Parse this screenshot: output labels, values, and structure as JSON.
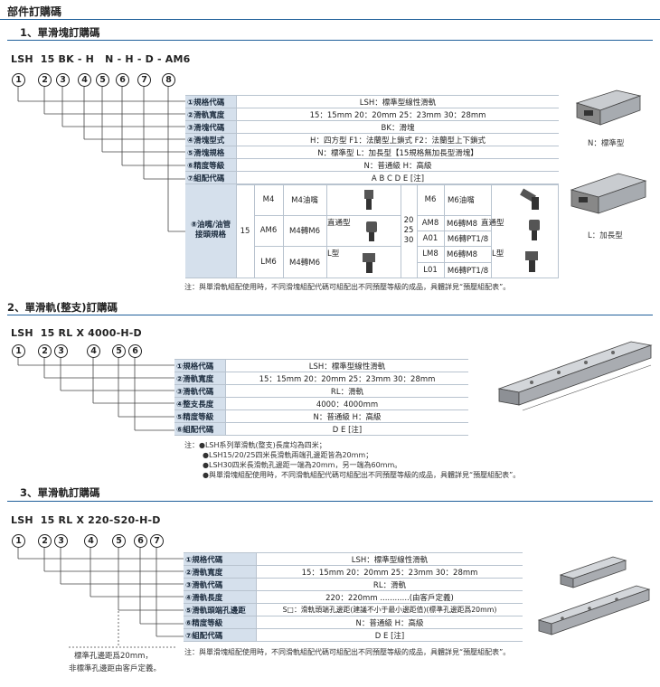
{
  "page_title": "部件訂購碼",
  "sections": {
    "s1": {
      "title": "1、單滑塊訂購碼",
      "code": "LSH  15 BK - H   N - H - D - AM6",
      "markers": [
        "1",
        "2",
        "3",
        "4",
        "5",
        "6",
        "7",
        "8"
      ],
      "rows": [
        {
          "label": "①規格代碼",
          "value": "LSH：標準型線性滑軌"
        },
        {
          "label": "②滑軌寬度",
          "value": "15：15mm   20：20mm   25：23mm   30：28mm"
        },
        {
          "label": "③滑塊代碼",
          "value": "BK：滑塊"
        },
        {
          "label": "④滑塊型式",
          "value": "H：四方型        F1：法蘭型上鎖式        F2：法蘭型上下鎖式"
        },
        {
          "label": "⑤滑塊規格",
          "value": "N：標準型     L：加長型【15規格無加長型滑塊】"
        },
        {
          "label": "⑥精度等級",
          "value": "N：普通級     H：高級"
        },
        {
          "label": "⑦組配代碼",
          "value": "A       B       C       D    E [注]"
        }
      ],
      "oil_label": "⑧油嘴/油管\n接頭規格",
      "oil_left": {
        "size": "15",
        "rows": [
          {
            "code": "M4",
            "name": "M4油嘴",
            "type": ""
          },
          {
            "code": "AM6",
            "name": "M4轉M6",
            "type": "直通型"
          },
          {
            "code": "LM6",
            "name": "M4轉M6",
            "type": "L型"
          }
        ]
      },
      "oil_right": {
        "sizes": [
          "20",
          "25",
          "30"
        ],
        "rows": [
          {
            "code": "M6",
            "name": "M6油嘴",
            "type": ""
          },
          {
            "code": "AM8",
            "name": "M6轉M8",
            "type": "直通型"
          },
          {
            "code": "A01",
            "name": "M6轉PT1/8",
            "type": ""
          },
          {
            "code": "LM8",
            "name": "M6轉M8",
            "type": "L型"
          },
          {
            "code": "L01",
            "name": "M6轉PT1/8",
            "type": ""
          }
        ]
      },
      "note": "注：與單滑軌組配使用時，不同滑塊組配代碼可組配出不同預壓等級的成品，具體詳見“預壓組配表”。",
      "caption_n": "N：標準型",
      "caption_l": "L：加長型"
    },
    "s2": {
      "title": "2、單滑軌(整支)訂購碼",
      "code": "LSH  15 RL X 4000-H-D",
      "markers": [
        "1",
        "2",
        "3",
        "4",
        "5",
        "6"
      ],
      "rows": [
        {
          "label": "①規格代碼",
          "value": "LSH：標準型線性滑軌"
        },
        {
          "label": "②滑軌寬度",
          "value": "15：15mm    20：20mm    25：23mm    30：28mm"
        },
        {
          "label": "③滑軌代碼",
          "value": "RL：滑軌"
        },
        {
          "label": "④整支長度",
          "value": "4000：4000mm"
        },
        {
          "label": "⑤精度等級",
          "value": "N：普通級      H：高級"
        },
        {
          "label": "⑥組配代碼",
          "value": "D     E [注]"
        }
      ],
      "notes": [
        "注：●LSH系列單滑軌(整支)長度均為四米；",
        "●LSH15/20/25四米長滑軌兩端孔邊距皆為20mm；",
        "●LSH30四米長滑軌孔邊距一端為20mm，另一端為60mm。",
        "●與單滑塊組配使用時，不同滑軌組配代碼可組配出不同預壓等級的成品，具體詳見“預壓組配表”。"
      ]
    },
    "s3": {
      "title": "3、單滑軌訂購碼",
      "code": "LSH  15 RL X 220-S20-H-D",
      "markers": [
        "1",
        "2",
        "3",
        "4",
        "5",
        "6",
        "7"
      ],
      "rows": [
        {
          "label": "①規格代碼",
          "value": "LSH：標準型線性滑軌"
        },
        {
          "label": "②滑軌寬度",
          "value": "15：15mm      20：20mm      25：23mm      30：28mm"
        },
        {
          "label": "③滑軌代碼",
          "value": "RL：滑軌"
        },
        {
          "label": "④滑軌長度",
          "value": "220：220mm ............(由客戶定義)"
        },
        {
          "label": "⑤滑軌頭端孔邊距",
          "value": "S□：滑軌頭端孔邊距(建議不小于最小邊距值)(標準孔邊距爲20mm)"
        },
        {
          "label": "⑥精度等級",
          "value": "N：普通級       H：高級"
        },
        {
          "label": "⑦組配代碼",
          "value": "D     E [注]"
        }
      ],
      "dash_note_1": "標準孔邊距爲20mm，",
      "dash_note_2": "非標準孔邊距由客戶定義。",
      "note": "注：與單滑塊組配使用時，不同滑軌組配代碼可組配出不同預壓等級的成品，具體詳見“預壓組配表”。"
    }
  }
}
